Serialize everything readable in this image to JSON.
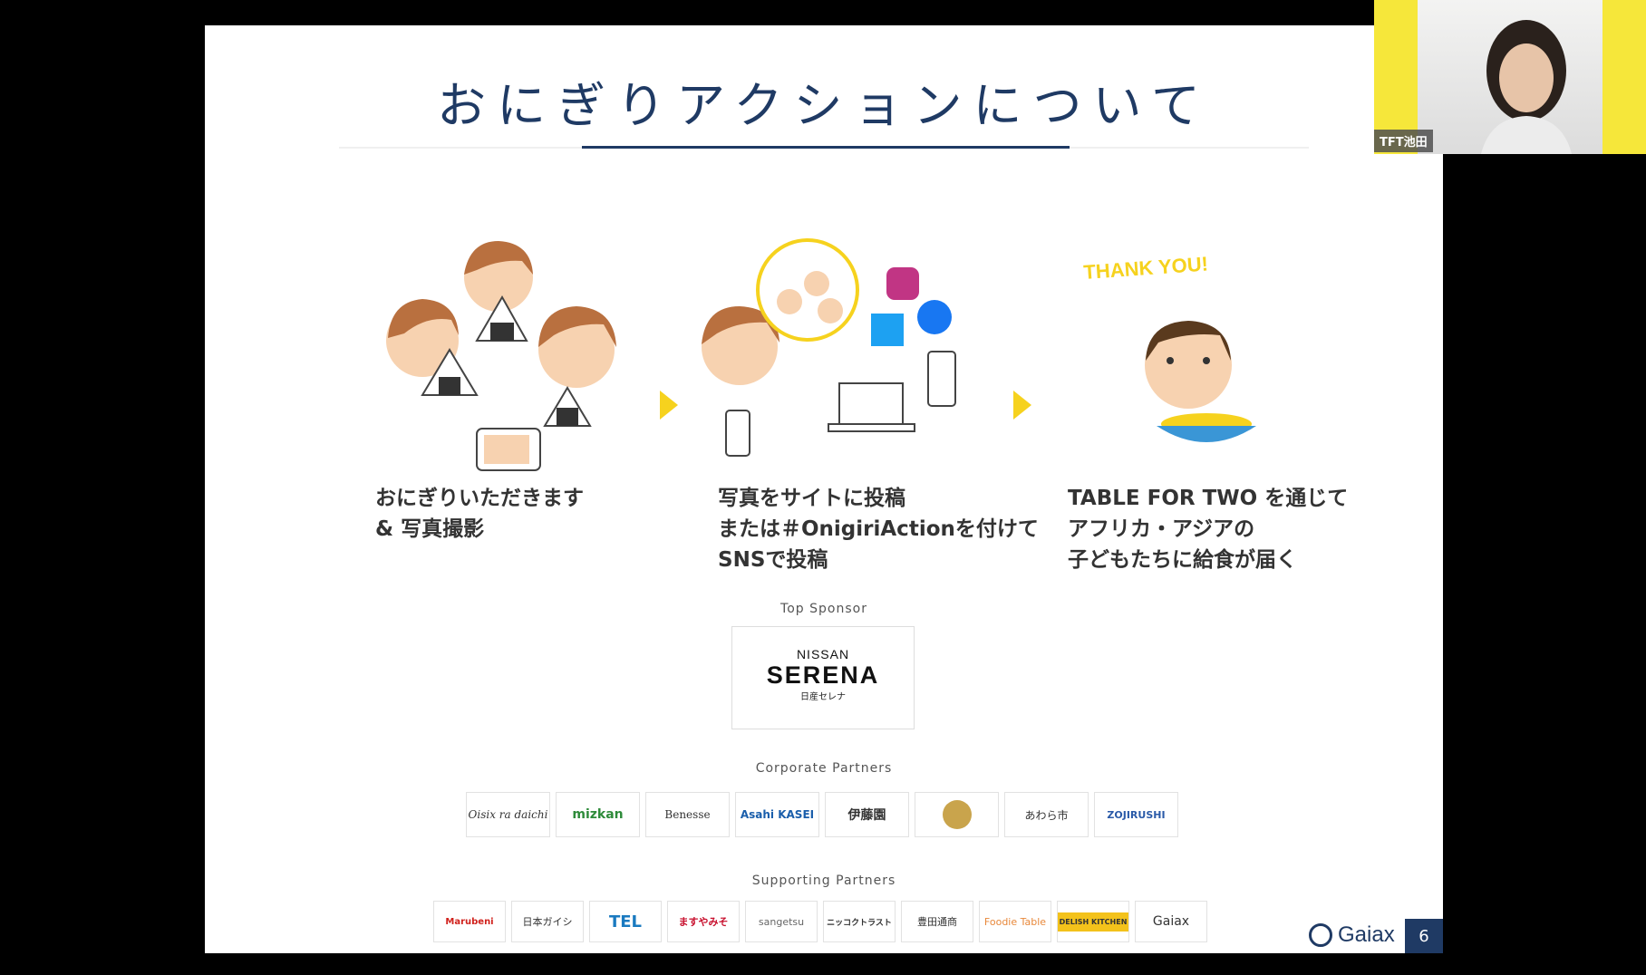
{
  "slide": {
    "title": "おにぎりアクションについて",
    "page_number": "6",
    "brand": "Gaiax"
  },
  "steps": [
    {
      "lines": [
        "おにぎりいただきます",
        "& 写真撮影"
      ]
    },
    {
      "lines": [
        "写真をサイトに投稿",
        "または＃OnigiriActionを付けて",
        "SNSで投稿"
      ]
    },
    {
      "lines": [
        "TABLE FOR TWO を通じて",
        "アフリカ・アジアの",
        "子どもたちに給食が届く"
      ]
    }
  ],
  "thank_you": "THANK YOU!",
  "sponsor": {
    "label": "Top Sponsor",
    "brand": "NISSAN",
    "product": "SERENA",
    "product_sub": "日産セレナ"
  },
  "corporate": {
    "label": "Corporate Partners",
    "logos": [
      "Oisix ra daichi",
      "mizkan",
      "Benesse",
      "Asahi KASEI",
      "伊藤園",
      "",
      "あわら市",
      "ZOJIRUSHI"
    ]
  },
  "supporting": {
    "label": "Supporting Partners",
    "logos": [
      "Marubeni",
      "日本ガイシ",
      "TEL",
      "ますやみそ",
      "sangetsu",
      "ニッコクトラスト",
      "豊田通商",
      "Foodie Table",
      "DELISH KITCHEN",
      "Gaiax"
    ]
  },
  "video": {
    "name_tag": "TFT池田"
  },
  "colors": {
    "navy": "#1f3a64",
    "yellow": "#f6d21e",
    "background": "#000000"
  }
}
